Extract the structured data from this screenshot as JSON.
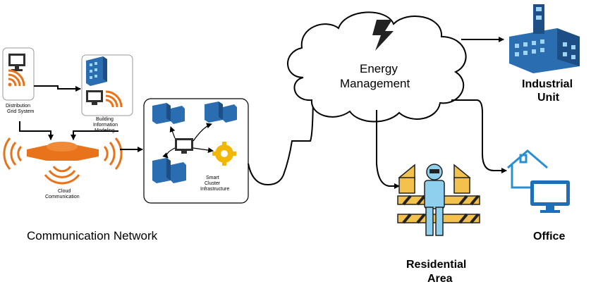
{
  "diagram": {
    "labels": {
      "distribution_line1": "Distribution",
      "distribution_line2": "Grid System",
      "bim_line1": "Building",
      "bim_line2": "Information",
      "bim_line3": "Modeling",
      "cloud_comm_line1": "Cloud",
      "cloud_comm_line2": "Communication",
      "smart_line1": "Smart",
      "smart_line2": "Cluster",
      "smart_line3": "Infrastructure",
      "network_title": "Communication Network",
      "energy_line1": "Energy",
      "energy_line2": "Management",
      "industrial_line1": "Industrial",
      "industrial_line2": "Unit",
      "residential_line1": "Residential",
      "residential_line2": "Area",
      "office": "Office"
    },
    "icons": [
      "monitor-icon",
      "wifi-icon",
      "building-icon",
      "satellite-icon",
      "gear-icon",
      "lightning-icon",
      "factory-icon",
      "worker-icon",
      "house-icon"
    ],
    "colors": {
      "accent_orange": "#e8731a",
      "icon_blue": "#2a6db0",
      "icon_dark_blue": "#1d4f86",
      "residential_yellow": "#f2c14e",
      "light_blue": "#8fd0ee"
    }
  }
}
